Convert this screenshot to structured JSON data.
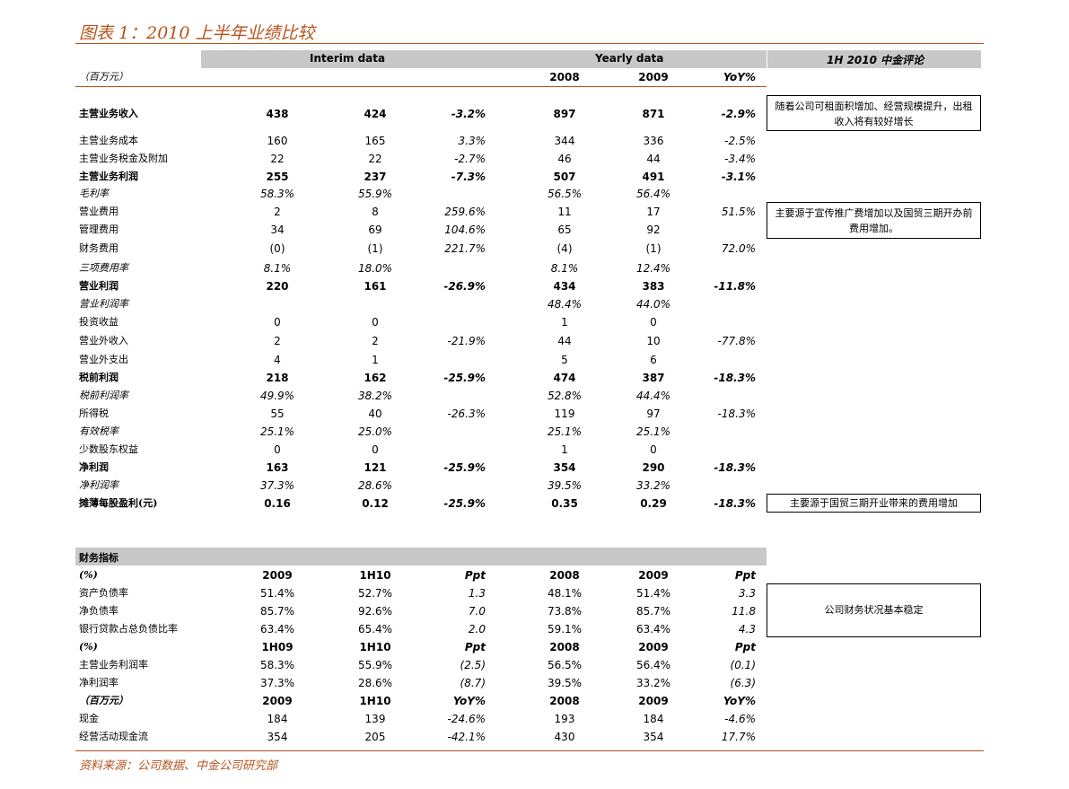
{
  "title": "图表 1：2010 上半年业绩比较",
  "header": {
    "interim": "Interim data",
    "yearly": "Yearly data",
    "comment": "1H 2010  中金评论"
  },
  "unit_row": {
    "label": "（百万元）",
    "y2008": "2008",
    "y2009": "2009",
    "yoy": "YoY%"
  },
  "income_rows": [
    {
      "label": "主营业务收入",
      "style": "bold",
      "v": [
        "438",
        "424",
        "-3.2%",
        "897",
        "871",
        "-2.9%"
      ]
    },
    {
      "label": "主营业务成本",
      "style": "normal",
      "v": [
        "160",
        "165",
        "3.3%",
        "344",
        "336",
        "-2.5%"
      ]
    },
    {
      "label": "主营业务税金及附加",
      "style": "normal",
      "v": [
        "22",
        "22",
        "-2.7%",
        "46",
        "44",
        "-3.4%"
      ]
    },
    {
      "label": "主营业务利润",
      "style": "bold",
      "v": [
        "255",
        "237",
        "-7.3%",
        "507",
        "491",
        "-3.1%"
      ]
    },
    {
      "label": "毛利率",
      "style": "italic",
      "v": [
        "58.3%",
        "55.9%",
        "",
        "56.5%",
        "56.4%",
        ""
      ]
    },
    {
      "label": "营业费用",
      "style": "normal",
      "v": [
        "2",
        "8",
        "259.6%",
        "11",
        "17",
        "51.5%"
      ]
    },
    {
      "label": "管理费用",
      "style": "normal",
      "v": [
        "34",
        "69",
        "104.6%",
        "65",
        "92",
        ""
      ]
    },
    {
      "label": "财务费用",
      "style": "normal",
      "v": [
        "(0)",
        "(1)",
        "221.7%",
        "(4)",
        "(1)",
        "72.0%"
      ]
    },
    {
      "label": "三项费用率",
      "style": "italic",
      "v": [
        "8.1%",
        "18.0%",
        "",
        "8.1%",
        "12.4%",
        ""
      ]
    },
    {
      "label": "营业利润",
      "style": "bold",
      "v": [
        "220",
        "161",
        "-26.9%",
        "434",
        "383",
        "-11.8%"
      ]
    },
    {
      "label": "营业利润率",
      "style": "italic",
      "v": [
        "",
        "",
        "",
        "48.4%",
        "44.0%",
        ""
      ]
    },
    {
      "label": "投资收益",
      "style": "normal",
      "v": [
        "0",
        "0",
        "",
        "1",
        "0",
        ""
      ]
    },
    {
      "label": "营业外收入",
      "style": "normal",
      "v": [
        "2",
        "2",
        "-21.9%",
        "44",
        "10",
        "-77.8%"
      ]
    },
    {
      "label": "营业外支出",
      "style": "normal",
      "v": [
        "4",
        "1",
        "",
        "5",
        "6",
        ""
      ]
    },
    {
      "label": "税前利润",
      "style": "bold",
      "v": [
        "218",
        "162",
        "-25.9%",
        "474",
        "387",
        "-18.3%"
      ]
    },
    {
      "label": "税前利润率",
      "style": "italic",
      "v": [
        "49.9%",
        "38.2%",
        "",
        "52.8%",
        "44.4%",
        ""
      ]
    },
    {
      "label": "所得税",
      "style": "normal",
      "v": [
        "55",
        "40",
        "-26.3%",
        "119",
        "97",
        "-18.3%"
      ]
    },
    {
      "label": "有效税率",
      "style": "italic",
      "v": [
        "25.1%",
        "25.0%",
        "",
        "25.1%",
        "25.1%",
        ""
      ]
    },
    {
      "label": "少数股东权益",
      "style": "normal",
      "v": [
        "0",
        "0",
        "",
        "1",
        "0",
        ""
      ]
    },
    {
      "label": "净利润",
      "style": "bold",
      "v": [
        "163",
        "121",
        "-25.9%",
        "354",
        "290",
        "-18.3%"
      ]
    },
    {
      "label": "净利润率",
      "style": "italic",
      "v": [
        "37.3%",
        "28.6%",
        "",
        "39.5%",
        "33.2%",
        ""
      ]
    },
    {
      "label": "摊薄每股盈利(元)",
      "style": "bold",
      "v": [
        "0.16",
        "0.12",
        "-25.9%",
        "0.35",
        "0.29",
        "-18.3%"
      ]
    }
  ],
  "notes": {
    "n1": "随着公司可租面积增加、经营规模提升，出租收入将有较好增长",
    "n2": "主要源于宣传推广费增加以及国贸三期开办前费用增加。",
    "n3": "主要源于国贸三期开业带来的费用增加",
    "n4": "公司财务状况基本稳定"
  },
  "fin_title": "财务指标",
  "fin_rows": [
    {
      "label": "(%)",
      "style": "header",
      "v": [
        "2009",
        "1H10",
        "Ppt",
        "2008",
        "2009",
        "Ppt"
      ]
    },
    {
      "label": "资产负债率",
      "style": "normal",
      "v": [
        "51.4%",
        "52.7%",
        "1.3",
        "48.1%",
        "51.4%",
        "3.3"
      ]
    },
    {
      "label": "净负债率",
      "style": "normal",
      "v": [
        "85.7%",
        "92.6%",
        "7.0",
        "73.8%",
        "85.7%",
        "11.8"
      ]
    },
    {
      "label": "银行贷款占总负债比率",
      "style": "normal",
      "v": [
        "63.4%",
        "65.4%",
        "2.0",
        "59.1%",
        "63.4%",
        "4.3"
      ]
    },
    {
      "label": "(%)",
      "style": "header",
      "v": [
        "1H09",
        "1H10",
        "Ppt",
        "2008",
        "2009",
        "Ppt"
      ]
    },
    {
      "label": "主营业务利润率",
      "style": "normal",
      "v": [
        "58.3%",
        "55.9%",
        "(2.5)",
        "56.5%",
        "56.4%",
        "(0.1)"
      ]
    },
    {
      "label": "净利润率",
      "style": "normal",
      "v": [
        "37.3%",
        "28.6%",
        "(8.7)",
        "39.5%",
        "33.2%",
        "(6.3)"
      ]
    },
    {
      "label": "（百万元）",
      "style": "header",
      "v": [
        "2009",
        "1H10",
        "YoY%",
        "2008",
        "2009",
        "YoY%"
      ]
    },
    {
      "label": "现金",
      "style": "normal",
      "v": [
        "184",
        "139",
        "-24.6%",
        "193",
        "184",
        "-4.6%"
      ]
    },
    {
      "label": "经营活动现金流",
      "style": "normal",
      "v": [
        "354",
        "205",
        "-42.1%",
        "430",
        "354",
        "17.7%"
      ]
    }
  ],
  "source": "资料来源：公司数据、中金公司研究部",
  "colors": {
    "accent": "#b5541c",
    "header_fill": "#c8c8c8"
  }
}
